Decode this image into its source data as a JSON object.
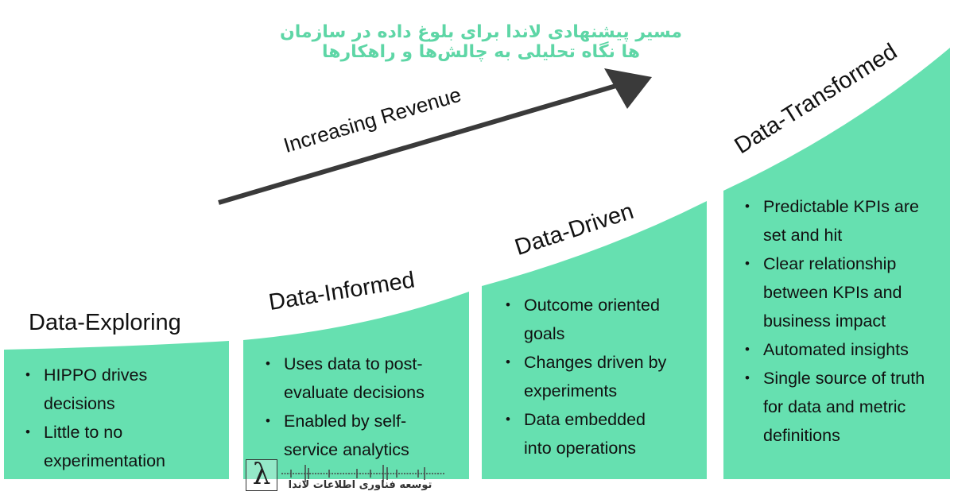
{
  "title": {
    "line1": "مسیر پیشنهادی لاندا برای بلوغ داده در سازمان",
    "line2": "ها نگاه تحلیلی به چالش‌ها و راهکارها"
  },
  "arrow": {
    "label": "Increasing Revenue",
    "color": "#3a3a3a"
  },
  "colors": {
    "panel": "#66e0b0",
    "title_green": "#5ed6a6"
  },
  "stages": [
    {
      "title": "Data-Exploring",
      "bullets": [
        "HIPPO drives decisions",
        "Little to no experimentation"
      ]
    },
    {
      "title": "Data-Informed",
      "bullets": [
        "Uses data to post-evaluate decisions",
        "Enabled by self-service analytics"
      ]
    },
    {
      "title": "Data-Driven",
      "bullets": [
        "Outcome oriented goals",
        "Changes driven by experiments",
        "Data embedded into operations"
      ]
    },
    {
      "title": "Data-Transformed",
      "bullets": [
        "Predictable KPIs are set and hit",
        "Clear relationship between KPIs and business impact",
        "Automated insights",
        "Single source of truth for data and metric definitions"
      ]
    }
  ],
  "logo": {
    "glyph": "λ",
    "text": "توسعه فناوری اطلاعات لاندا"
  }
}
